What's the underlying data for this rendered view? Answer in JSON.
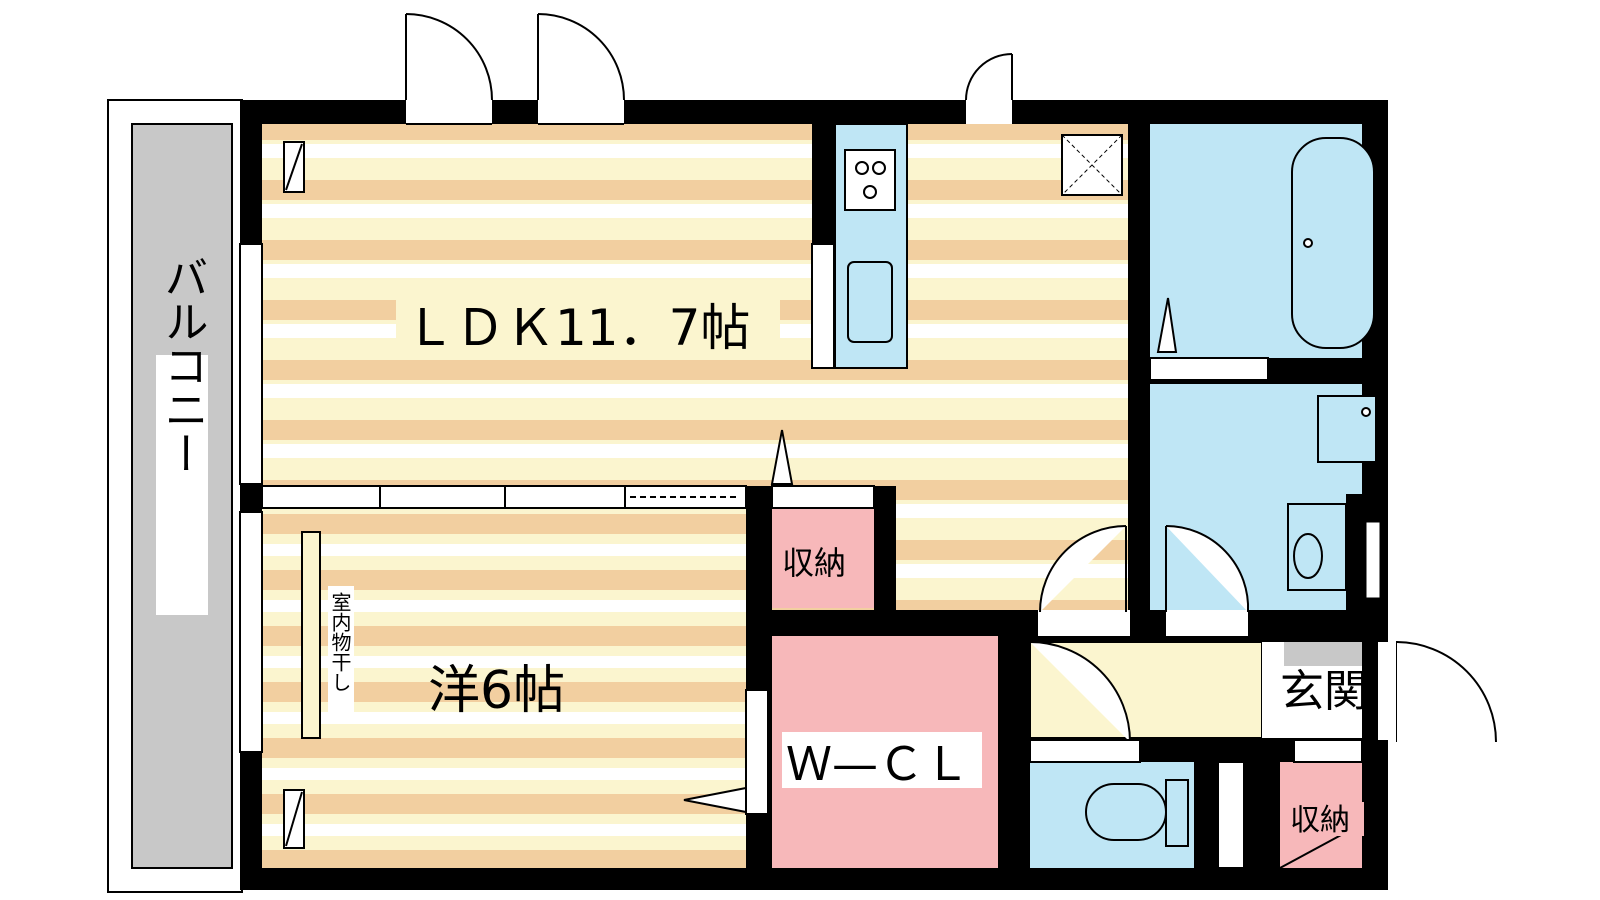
{
  "rooms": {
    "ldk": "ＬＤＫ11．7帖",
    "western": "洋6帖",
    "wcl": "Ｗ—ＣＬ",
    "storage_small": "収納",
    "entrance": "玄関",
    "storage_entrance": "収納",
    "balcony": "バルコニー",
    "laundry": "室内物干し"
  },
  "colors": {
    "wall": "#000000",
    "floor_stripe_a": "#fbf5cf",
    "floor_stripe_b": "#f2cfa0",
    "water_area": "#bfe6f5",
    "storage": "#f7b8ba",
    "entrance_floor": "#fbf5cf",
    "balcony": "#c8c8c8"
  }
}
